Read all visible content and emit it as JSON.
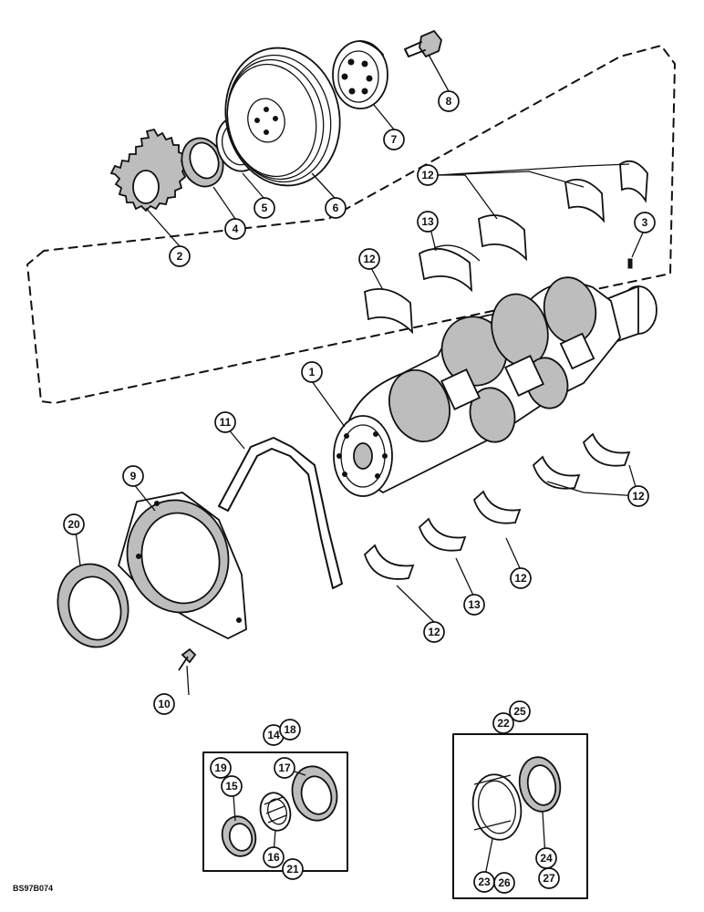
{
  "diagram": {
    "figure_code": "BS97B074",
    "callouts": [
      {
        "id": "c1",
        "label": "1"
      },
      {
        "id": "c2",
        "label": "2"
      },
      {
        "id": "c3",
        "label": "3"
      },
      {
        "id": "c4",
        "label": "4"
      },
      {
        "id": "c5",
        "label": "5"
      },
      {
        "id": "c6",
        "label": "6"
      },
      {
        "id": "c7",
        "label": "7"
      },
      {
        "id": "c8",
        "label": "8"
      },
      {
        "id": "c9",
        "label": "9"
      },
      {
        "id": "c10",
        "label": "10"
      },
      {
        "id": "c11",
        "label": "11"
      },
      {
        "id": "c12a",
        "label": "12"
      },
      {
        "id": "c12b",
        "label": "12"
      },
      {
        "id": "c12c",
        "label": "12"
      },
      {
        "id": "c12d",
        "label": "12"
      },
      {
        "id": "c12e",
        "label": "12"
      },
      {
        "id": "c13a",
        "label": "13"
      },
      {
        "id": "c13b",
        "label": "13"
      },
      {
        "id": "c14",
        "label": "14"
      },
      {
        "id": "c15",
        "label": "15"
      },
      {
        "id": "c16",
        "label": "16"
      },
      {
        "id": "c17",
        "label": "17"
      },
      {
        "id": "c18",
        "label": "18"
      },
      {
        "id": "c19",
        "label": "19"
      },
      {
        "id": "c20",
        "label": "20"
      },
      {
        "id": "c21",
        "label": "21"
      },
      {
        "id": "c22",
        "label": "22"
      },
      {
        "id": "c23",
        "label": "23"
      },
      {
        "id": "c24",
        "label": "24"
      },
      {
        "id": "c25",
        "label": "25"
      },
      {
        "id": "c26",
        "label": "26"
      },
      {
        "id": "c27",
        "label": "27"
      }
    ]
  }
}
